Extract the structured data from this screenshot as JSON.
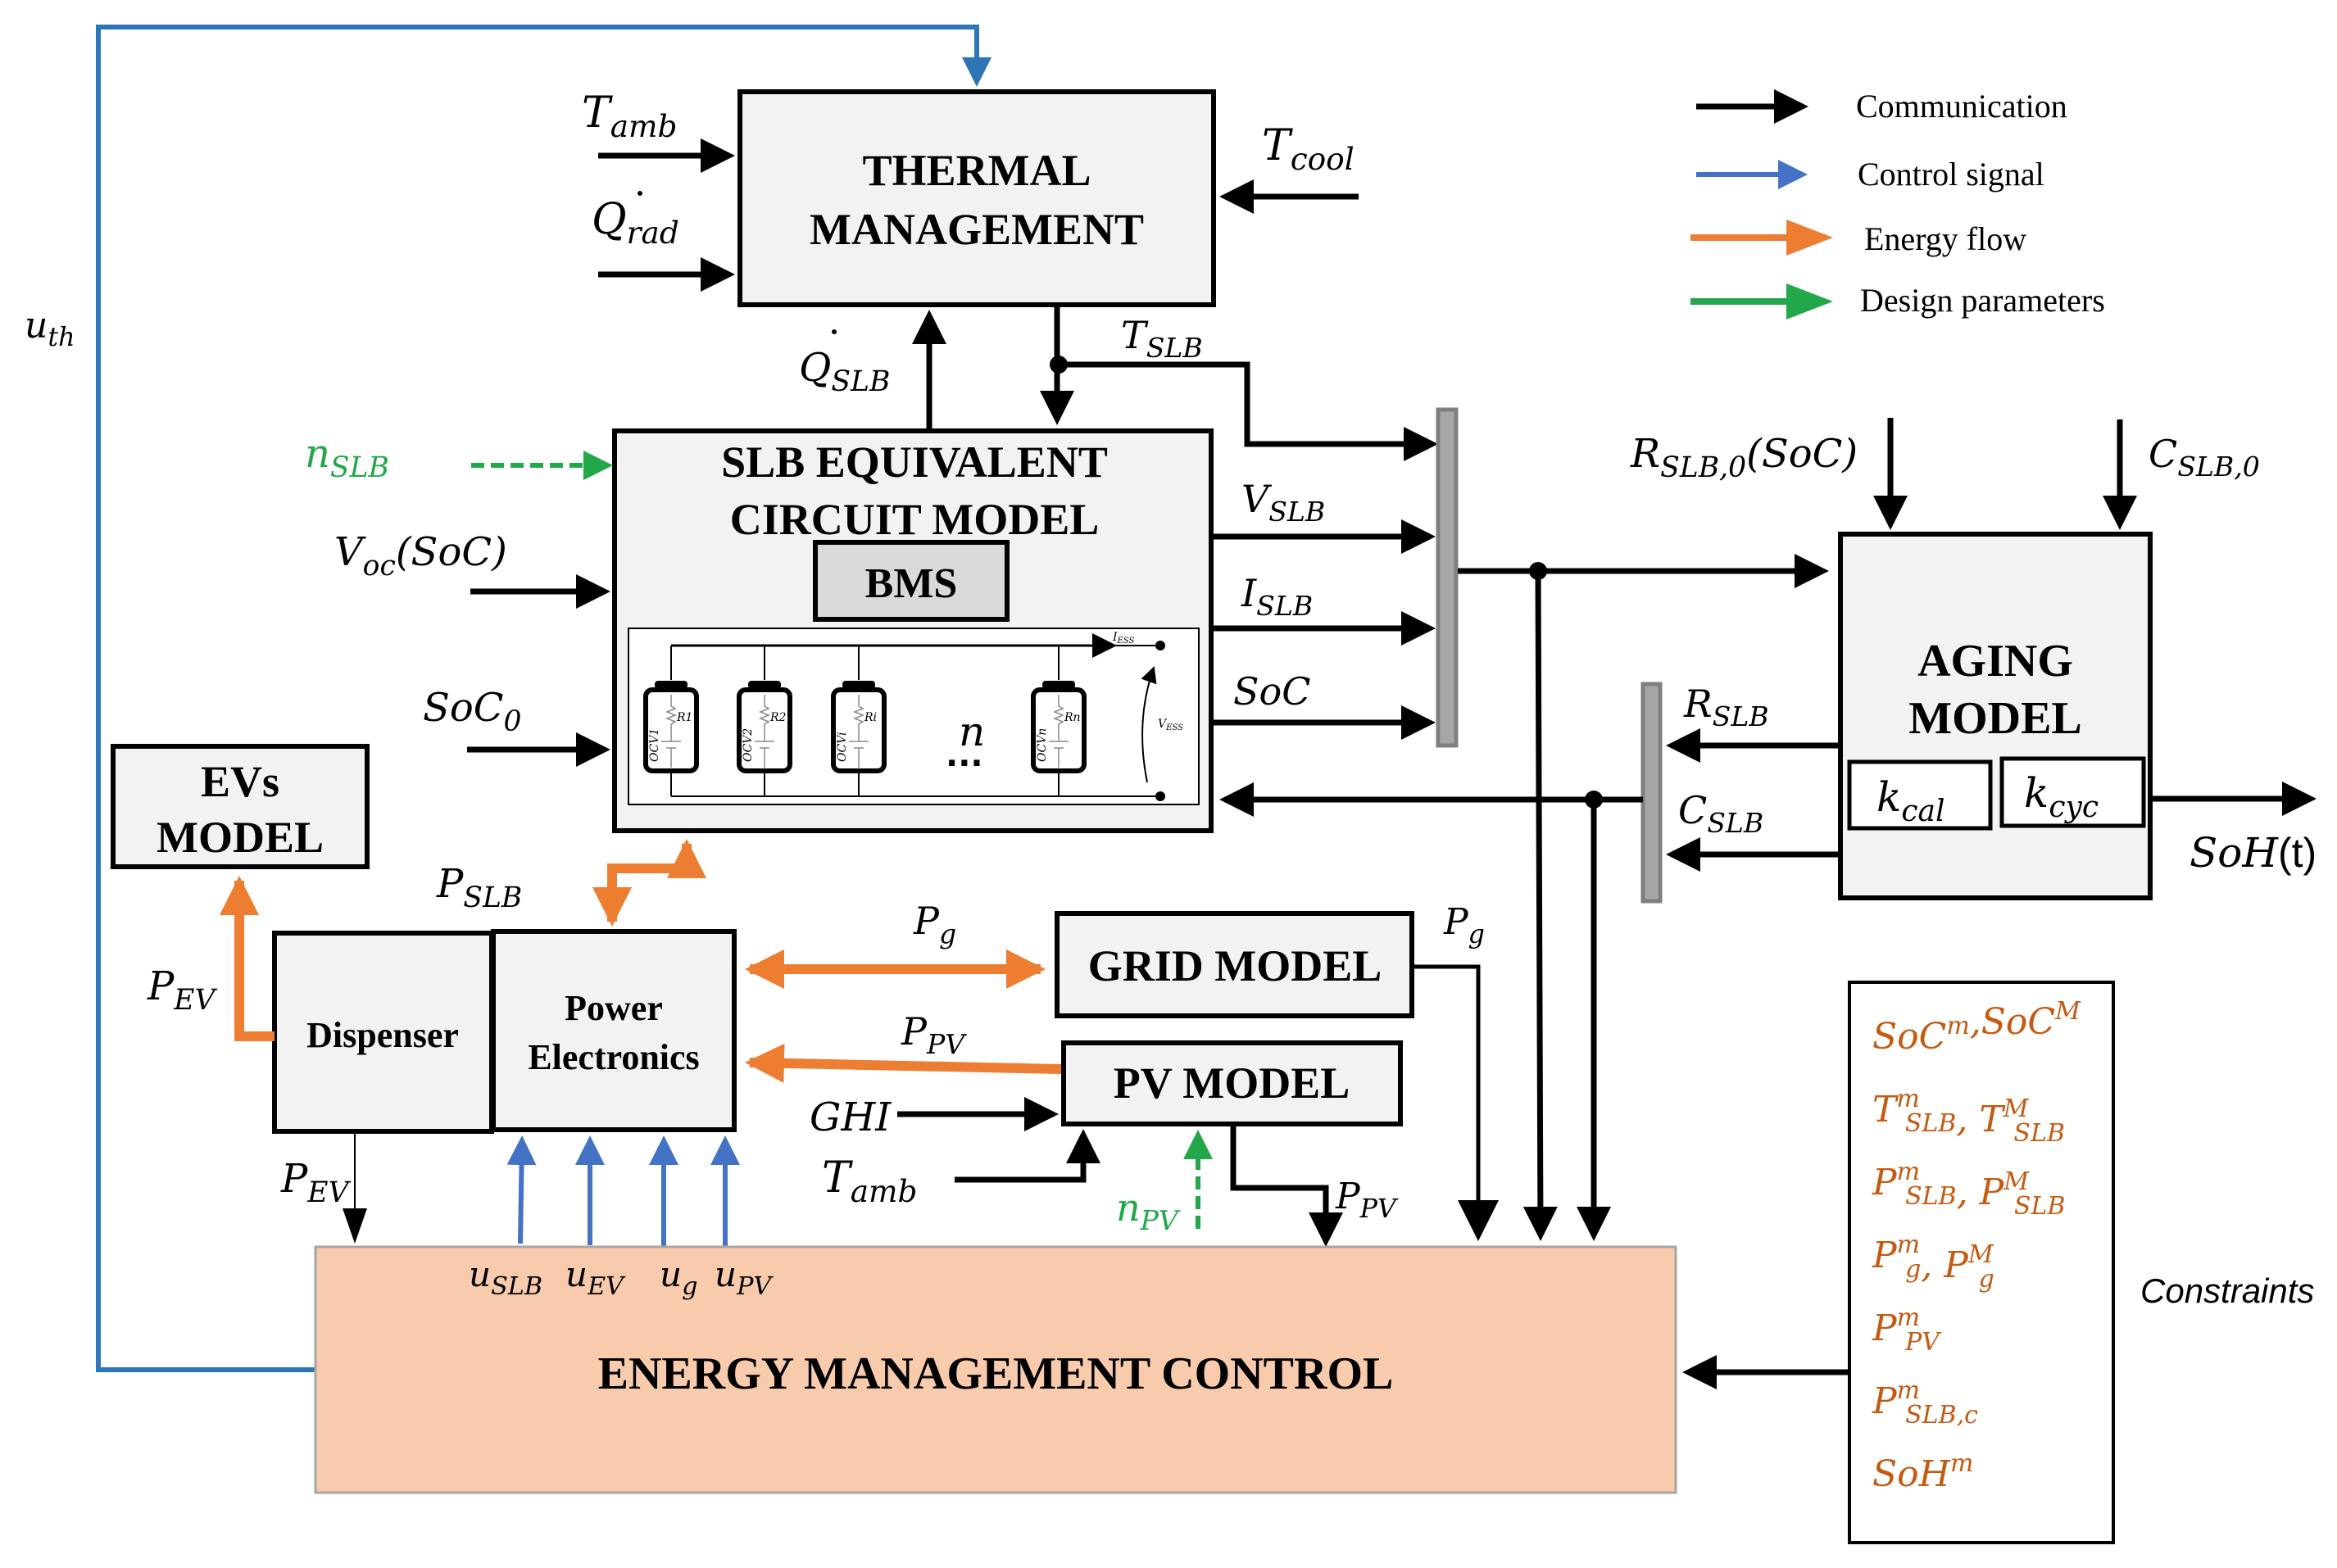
{
  "legend": [
    {
      "label": "Communication",
      "color": "#000000"
    },
    {
      "label": "Control signal",
      "color": "#4472c4"
    },
    {
      "label": "Energy flow",
      "color": "#ed7d31"
    },
    {
      "label": "Design parameters",
      "color": "#22a84a"
    }
  ],
  "blocks": {
    "thermal": {
      "line1": "THERMAL",
      "line2": "MANAGEMENT"
    },
    "slb": {
      "line1": "SLB EQUIVALENT",
      "line2": "CIRCUIT MODEL"
    },
    "bms": {
      "label": "BMS"
    },
    "aging": {
      "line1": "AGING",
      "line2": "MODEL"
    },
    "evs": {
      "line1": "EVs",
      "line2": "MODEL"
    },
    "dispenser": {
      "label": "Dispenser"
    },
    "power_electronics": {
      "line1": "Power",
      "line2": "Electronics"
    },
    "grid": {
      "label": "GRID MODEL"
    },
    "pv": {
      "label": "PV MODEL"
    },
    "emc": {
      "label": "ENERGY MANAGEMENT CONTROL"
    }
  },
  "signals": {
    "u_th": {
      "base": "u",
      "sub": "th"
    },
    "t_amb_top": {
      "base": "T",
      "sub": "amb"
    },
    "q_rad": {
      "base": "Q",
      "sub": "rad"
    },
    "t_cool": {
      "base": "T",
      "sub": "cool"
    },
    "q_slb": {
      "base": "Q",
      "sub": "SLB"
    },
    "t_slb": {
      "base": "T",
      "sub": "SLB"
    },
    "n_slb": {
      "base": "n",
      "sub": "SLB"
    },
    "v_oc": {
      "base": "V",
      "sub": "oc",
      "suffix": "(SoC)"
    },
    "soc0": {
      "base": "SoC",
      "sub": "0"
    },
    "v_slb": {
      "base": "V",
      "sub": "SLB"
    },
    "i_slb": {
      "base": "I",
      "sub": "SLB"
    },
    "soc": {
      "base": "SoC"
    },
    "r_slb0": {
      "base": "R",
      "sub": "SLB,0",
      "suffix": "(SoC)"
    },
    "c_slb0": {
      "base": "C",
      "sub": "SLB,0"
    },
    "r_slb": {
      "base": "R",
      "sub": "SLB"
    },
    "c_slb": {
      "base": "C",
      "sub": "SLB"
    },
    "k_cal": {
      "base": "k",
      "sub": "cal"
    },
    "k_cyc": {
      "base": "k",
      "sub": "cyc"
    },
    "soh_t": {
      "base": "SoH",
      "suffix": "(t)"
    },
    "p_slb": {
      "base": "P",
      "sub": "SLB"
    },
    "p_ev_up": {
      "base": "P",
      "sub": "EV"
    },
    "p_ev_down": {
      "base": "P",
      "sub": "EV"
    },
    "p_g": {
      "base": "P",
      "sub": "g"
    },
    "p_g_out": {
      "base": "P",
      "sub": "g"
    },
    "p_pv": {
      "base": "P",
      "sub": "PV"
    },
    "p_pv_out": {
      "base": "P",
      "sub": "PV"
    },
    "ghi": {
      "base": "GHI"
    },
    "t_amb_pv": {
      "base": "T",
      "sub": "amb"
    },
    "n_pv": {
      "base": "n",
      "sub": "PV"
    },
    "u_slb": {
      "base": "u",
      "sub": "SLB"
    },
    "u_ev": {
      "base": "u",
      "sub": "EV"
    },
    "u_g": {
      "base": "u",
      "sub": "g"
    },
    "u_pv": {
      "base": "u",
      "sub": "PV"
    }
  },
  "circuit": {
    "cells": [
      {
        "r": "R1",
        "ocv": "OCV1"
      },
      {
        "r": "R2",
        "ocv": "OCV2"
      },
      {
        "r": "Ri",
        "ocv": "OCVi"
      },
      {
        "r": "Rn",
        "ocv": "OCVn"
      }
    ],
    "n_label": "n",
    "ellipsis": "...",
    "i_ess": "I_ESS",
    "v_ess": "V_ESS"
  },
  "constraints": {
    "label": "Constraints",
    "items": [
      {
        "a": "SoC",
        "a_sup": "m",
        "sep": ",",
        "b": "SoC",
        "b_sup": "M"
      },
      {
        "a": "T",
        "a_sup": "m",
        "a_sub": "SLB",
        "sep": ", ",
        "b": "T",
        "b_sup": "M",
        "b_sub": "SLB"
      },
      {
        "a": "P",
        "a_sup": "m",
        "a_sub": "SLB",
        "sep": ", ",
        "b": "P",
        "b_sup": "M",
        "b_sub": "SLB"
      },
      {
        "a": "P",
        "a_sup": "m",
        "a_sub": "g",
        "sep": ", ",
        "b": "P",
        "b_sup": "M",
        "b_sub": "g"
      },
      {
        "a": "P",
        "a_sup": "m",
        "a_sub": "PV"
      },
      {
        "a": "P",
        "a_sup": "m",
        "a_sub": "SLB,c"
      },
      {
        "a": "SoH",
        "a_sup": "m"
      }
    ]
  }
}
